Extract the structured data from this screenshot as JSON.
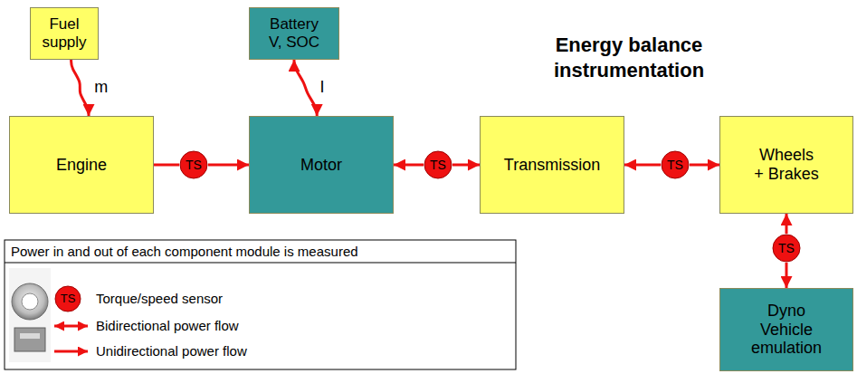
{
  "diagram": {
    "title": "Energy balance instrumentation",
    "nodes": [
      {
        "text": [
          "Fuel supply"
        ]
      },
      {
        "text": [
          "Battery V, SOC"
        ]
      },
      {
        "text": [
          "Engine"
        ]
      },
      {
        "text": [
          "TS"
        ]
      },
      {
        "text": [
          "Motor"
        ]
      },
      {
        "text": [
          "TS"
        ]
      },
      {
        "text": [
          "Transmission"
        ]
      },
      {
        "text": [
          "TS"
        ]
      },
      {
        "text": [
          "Wheels + Brakes"
        ]
      },
      {
        "text": [
          "TS"
        ]
      },
      {
        "text": [
          "Dyno Vehicle emulation"
        ]
      }
    ],
    "edges": [
      {
        "from": 0,
        "to": 2,
        "arrow": "to",
        "label": "m"
      },
      {
        "from": 1,
        "to": 4,
        "arrow": "both",
        "label": "I"
      },
      {
        "from": 2,
        "to": 3,
        "arrow": "none"
      },
      {
        "from": 3,
        "to": 4,
        "arrow": "to"
      },
      {
        "from": 5,
        "to": 4,
        "arrow": "to"
      },
      {
        "from": 5,
        "to": 6,
        "arrow": "to"
      },
      {
        "from": 7,
        "to": 6,
        "arrow": "to"
      },
      {
        "from": 7,
        "to": 8,
        "arrow": "to"
      },
      {
        "from": 9,
        "to": 8,
        "arrow": "to"
      },
      {
        "from": 9,
        "to": 10,
        "arrow": "to"
      }
    ],
    "labels": [
      "Power in and out of each component module is measured",
      "TS"
    ],
    "legend": [
      {
        "text": "Torque/speed sensor"
      },
      {
        "text": "Bidirectional power flow"
      },
      {
        "text": "Unidirectional power flow"
      }
    ]
  }
}
